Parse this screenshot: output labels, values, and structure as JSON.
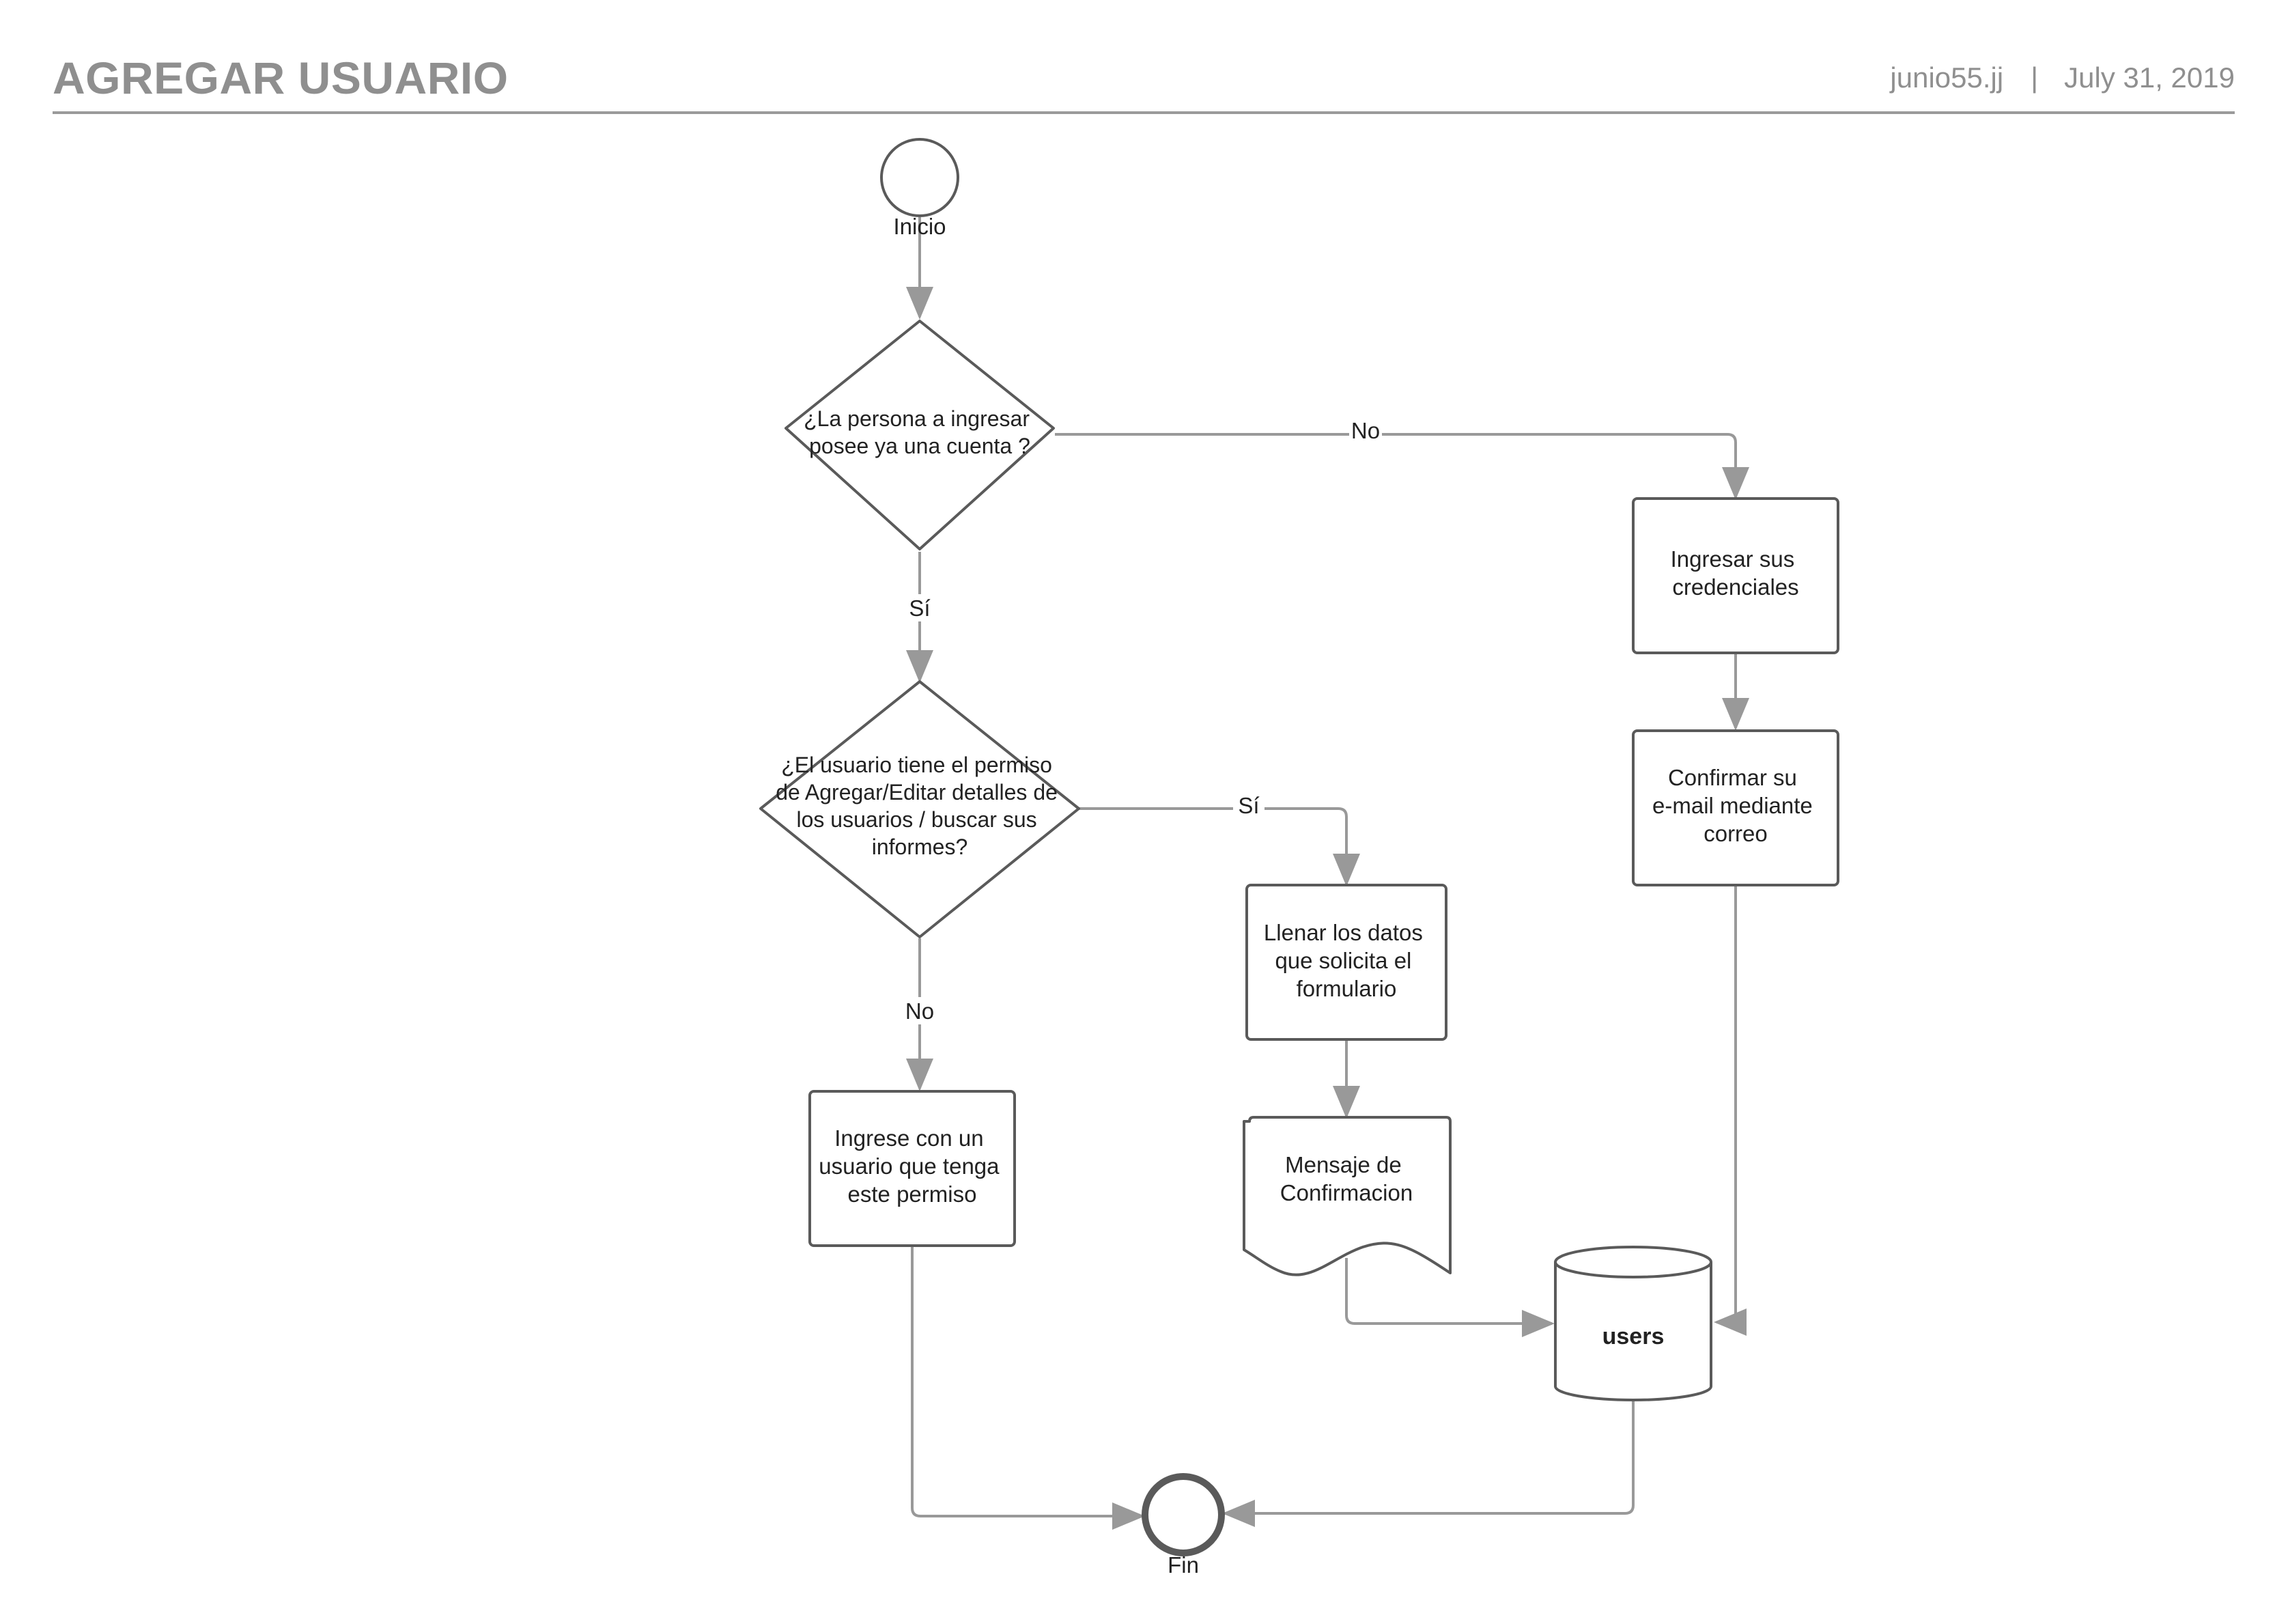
{
  "header": {
    "title": "AGREGAR USUARIO",
    "author": "junio55.jj",
    "separator": "|",
    "date": "July 31, 2019"
  },
  "colors": {
    "header_text": "#8f8f8f",
    "shape_stroke": "#5a5a5a",
    "connector": "#999999",
    "text": "#222222"
  },
  "diagram": {
    "start_label": "Inicio",
    "end_label": "Fin",
    "decision_1": [
      "¿La persona a ingresar",
      "posee ya una cuenta ?"
    ],
    "decision_2": [
      "¿El usuario tiene el permiso",
      "de Agregar/Editar detalles de",
      "los usuarios / buscar sus",
      "informes?"
    ],
    "process_credentials": [
      "Ingresar sus",
      "credenciales"
    ],
    "process_confirm_email": [
      "Confirmar su",
      "e-mail mediante",
      "correo"
    ],
    "process_fill_form": [
      "Llenar los datos",
      "que solicita el",
      "formulario"
    ],
    "process_login_other": [
      "Ingrese con un",
      "usuario que tenga",
      "este permiso"
    ],
    "document_message": [
      "Mensaje de",
      "Confirmacion"
    ],
    "database_label": "users",
    "edge_labels": {
      "d1_no": "No",
      "d1_yes": "Sí",
      "d2_yes": "Sí",
      "d2_no": "No"
    }
  }
}
